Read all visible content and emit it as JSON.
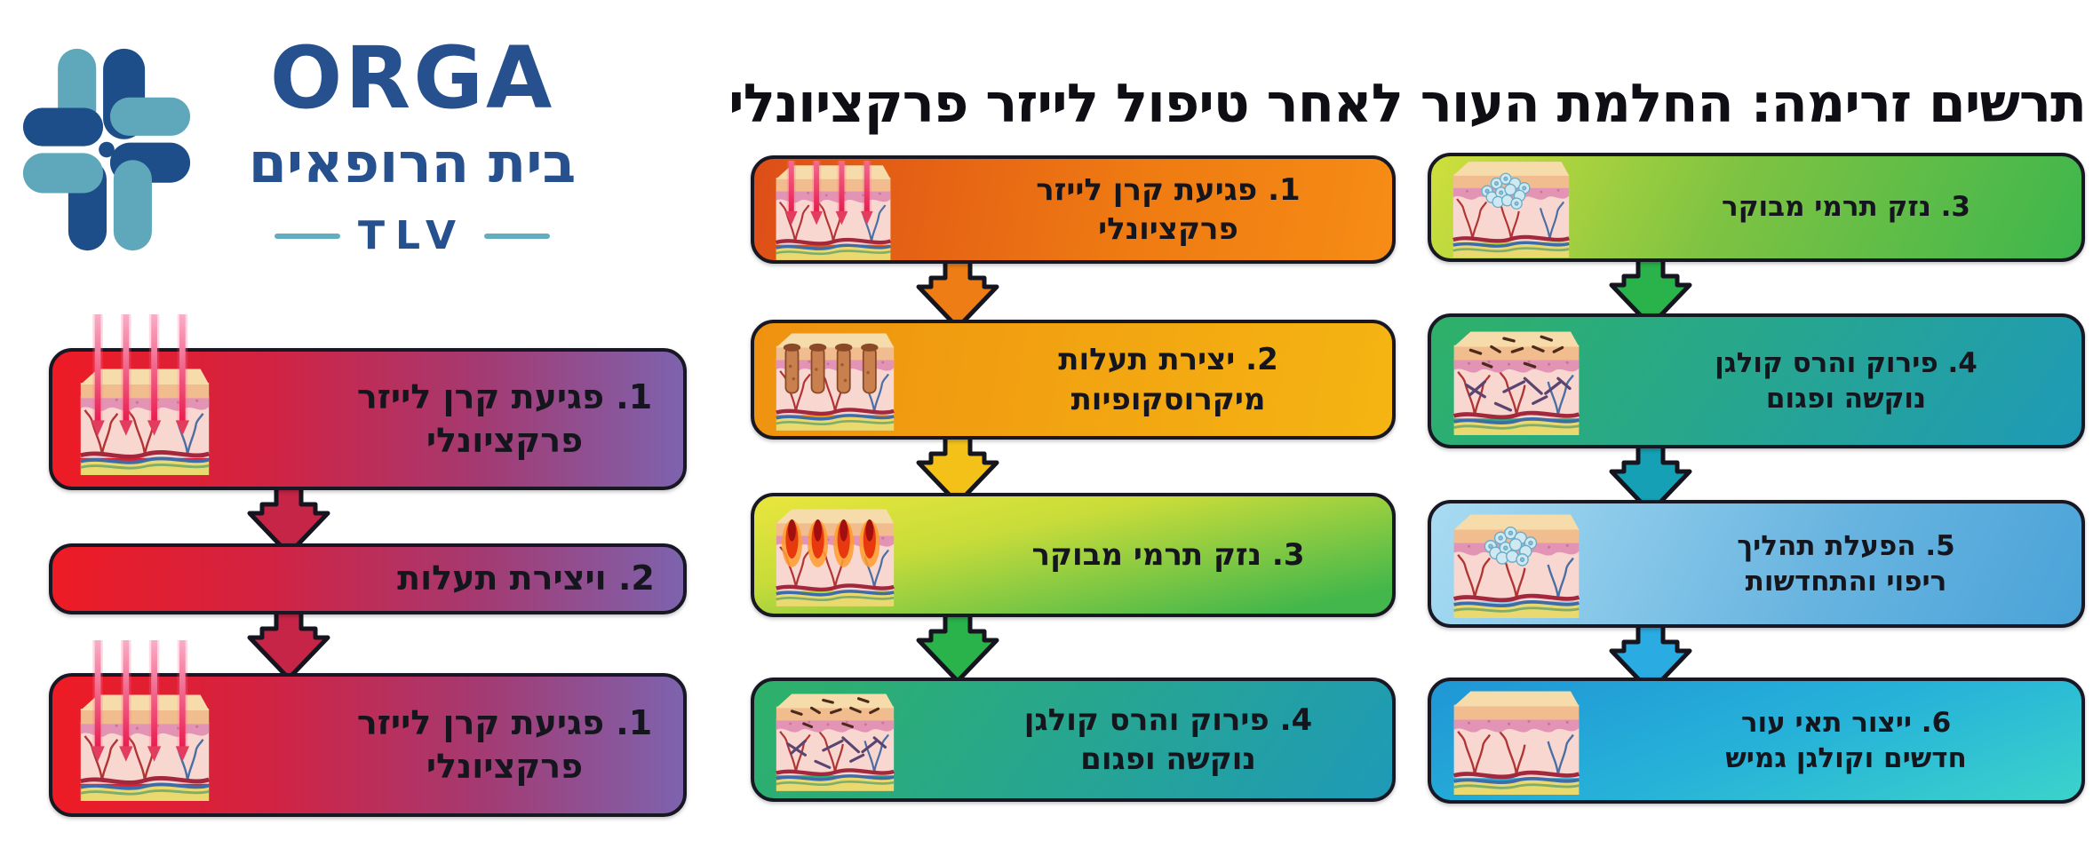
{
  "logo": {
    "brand": "ORGA",
    "subtitle": "בית הרופאים",
    "tag": "TLV"
  },
  "title": "תרשים זרימה: החלמת העור לאחר טיפול לייזר פרקציונלי",
  "columns": [
    {
      "id": "left",
      "steps": [
        {
          "lines": [
            "1. פגיעת קרן לייזר",
            "פרקציונלי"
          ],
          "icon": "skin-laser"
        },
        {
          "lines": [
            "2. ויצירת תעלות"
          ],
          "icon": "none"
        },
        {
          "lines": [
            "1. פגיעת קרן לייזר",
            "פרקציונלי"
          ],
          "icon": "skin-laser"
        }
      ]
    },
    {
      "id": "middle",
      "steps": [
        {
          "lines": [
            "1. פגיעת קרן לייזר",
            "פרקציונלי"
          ],
          "icon": "skin-laser"
        },
        {
          "lines": [
            "2. יצירת תעלות",
            "מיקרוסקופיות"
          ],
          "icon": "skin-channels"
        },
        {
          "lines": [
            "3. נזק תרמי מבוקר"
          ],
          "icon": "skin-heat"
        },
        {
          "lines": [
            "4. פירוק והרס קולגן",
            "נוקשה ופגום"
          ],
          "icon": "skin-fibers"
        }
      ]
    },
    {
      "id": "right",
      "steps": [
        {
          "lines": [
            "3. נזק תרמי מבוקר"
          ],
          "icon": "skin-cells"
        },
        {
          "lines": [
            "4. פירוק והרס קולגן",
            "נוקשה ופגום"
          ],
          "icon": "skin-fibers"
        },
        {
          "lines": [
            "5. הפעלת תהליך",
            "ריפוי והתחדשות"
          ],
          "icon": "skin-cells"
        },
        {
          "lines": [
            "6. ייצור תאי עור",
            "חדשים וקולגן גמיש"
          ],
          "icon": "skin-smooth"
        }
      ]
    }
  ],
  "palette": {
    "brand_navy": "#26518e",
    "brand_teal": "#62aebf",
    "left_box_gradient": [
      "#ee1b24",
      "#7d63ae"
    ],
    "orange_box": "#ef7b12",
    "amber_box": "#f3a312",
    "yellow_green_box": "#c8dc3a",
    "green_teal_box": "#1f9ab8",
    "sky_box": "#68b4e0",
    "cyan_box": "#3bd3cb",
    "arrow_red": "#c62547",
    "arrow_orange": "#ee7d15",
    "arrow_gold": "#f3c118",
    "arrow_green": "#29b34a",
    "arrow_teal": "#16a0b5",
    "arrow_sky": "#2aabe2",
    "title_color": "#0e0e14"
  }
}
